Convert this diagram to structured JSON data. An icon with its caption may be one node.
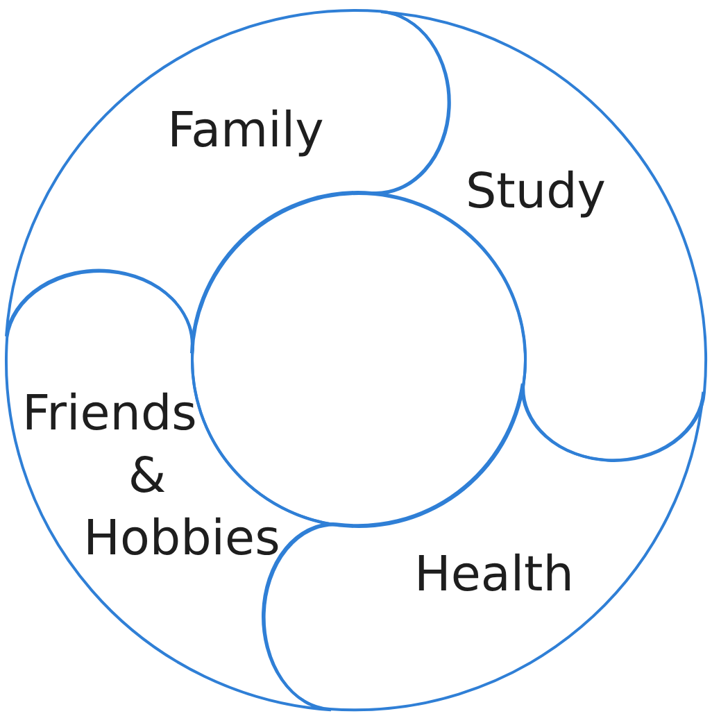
{
  "diagram": {
    "nodes": [
      {
        "text": [
          "Family"
        ]
      },
      {
        "text": [
          "Study"
        ]
      },
      {
        "text": [
          "Friends & Hobbies"
        ]
      },
      {
        "text": [
          "Health"
        ]
      },
      {
        "text": [],
        "shape": "circle"
      }
    ]
  }
}
